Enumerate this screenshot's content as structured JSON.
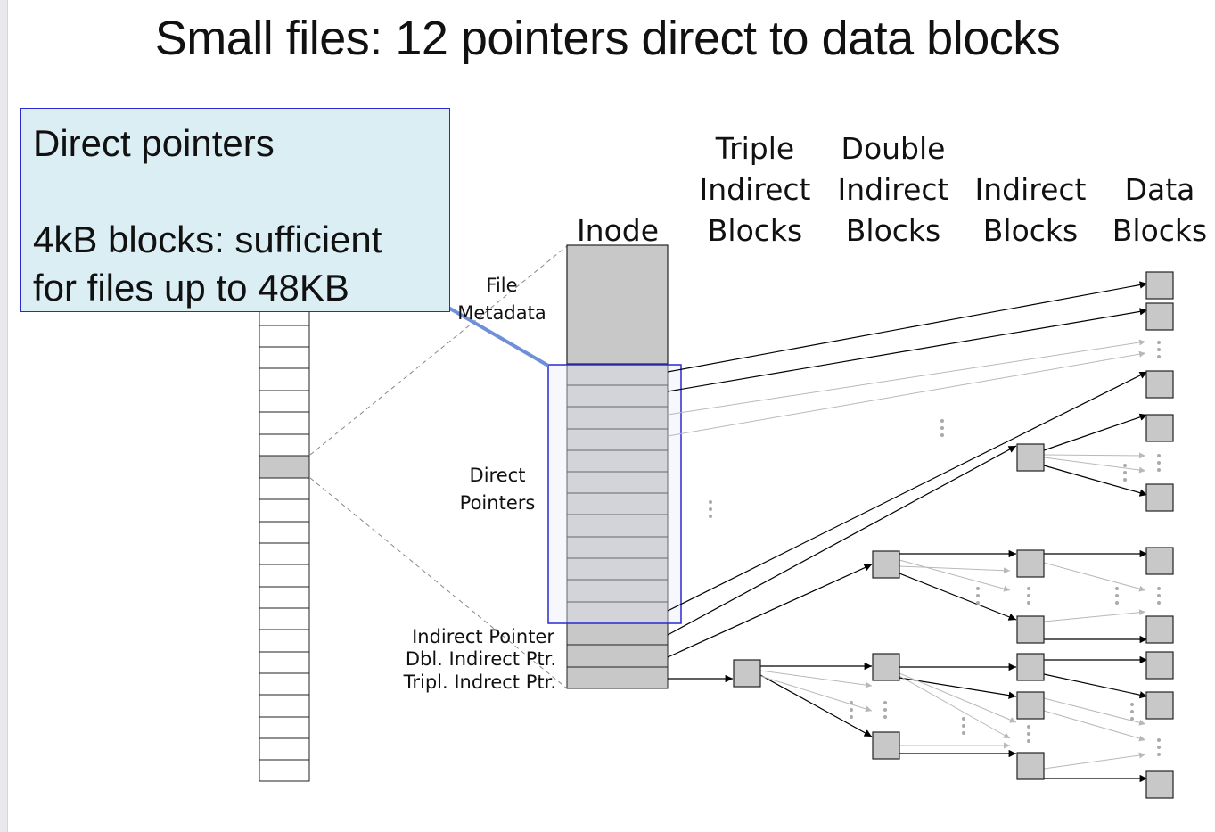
{
  "slide": {
    "title": "Small files: 12 pointers direct to data blocks"
  },
  "callout": {
    "heading": "Direct pointers",
    "line1": "4kB blocks: sufficient",
    "line2": "for files up to 48KB"
  },
  "labels": {
    "inode": "Inode",
    "triple_1": "Triple",
    "triple_2": "Indirect",
    "triple_3": "Blocks",
    "double_1": "Double",
    "double_2": "Indirect",
    "double_3": "Blocks",
    "indirect_1": "Indirect",
    "indirect_2": "Blocks",
    "data_1": "Data",
    "data_2": "Blocks",
    "file_meta_1": "File",
    "file_meta_2": "Metadata",
    "direct_1": "Direct",
    "direct_2": "Pointers",
    "indirect_ptr": "Indirect Pointer",
    "dbl_ptr": "Dbl. Indirect Ptr.",
    "tripl_ptr": "Tripl. Indrect Ptr."
  },
  "colors": {
    "block_fill": "#c8c8c8",
    "highlight_box": "#2a2ad0",
    "callout_fill": "#dbeef4",
    "callout_pointer": "#6f8fd8",
    "faint_arrow": "#b8b8b8"
  }
}
